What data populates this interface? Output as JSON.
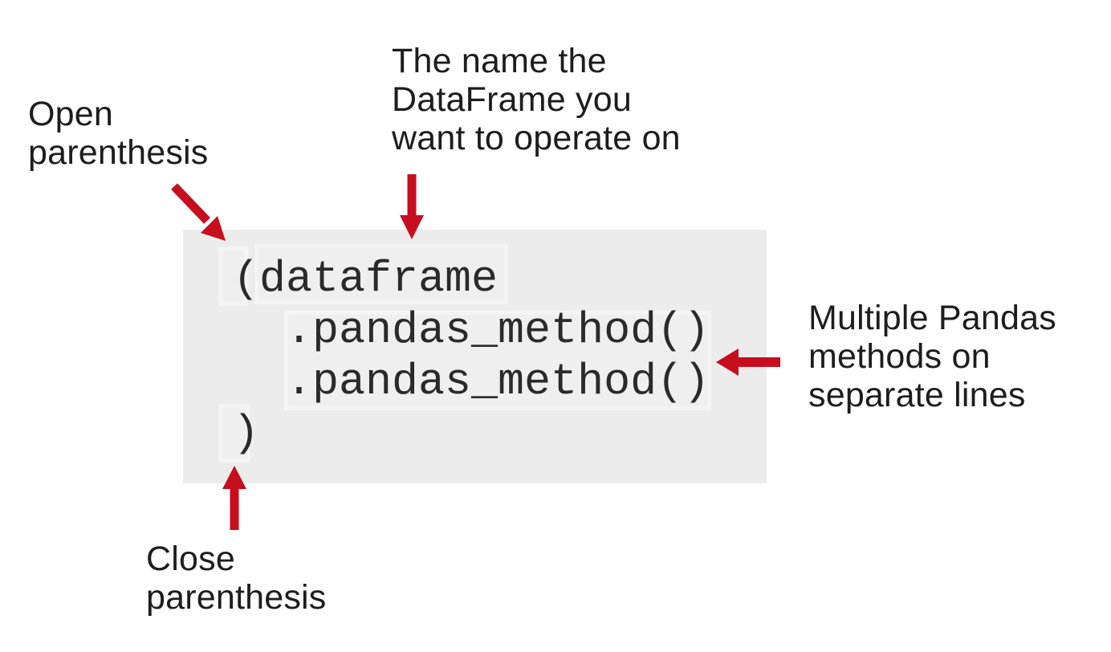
{
  "diagram_title": "Pandas method chaining syntax explanation",
  "colors": {
    "arrow_red": "#c60e1f",
    "code_block_bg": "#ececec",
    "highlight_fill": "#efefef",
    "highlight_border": "#f4f4f4",
    "annotation_text": "#1d1d1d",
    "code_text": "#2a2a2a",
    "page_bg": "#ffffff"
  },
  "annotations": {
    "open_paren": {
      "label": "Open parenthesis",
      "lines": [
        "Open",
        "parenthesis"
      ]
    },
    "dataframe": {
      "label": "The name the DataFrame you want to operate on",
      "lines": [
        "The name the",
        "DataFrame you",
        "want to operate on"
      ]
    },
    "methods": {
      "label": "Multiple Pandas methods on separate lines",
      "lines": [
        "Multiple Pandas",
        "methods on",
        "separate lines"
      ]
    },
    "close_paren": {
      "label": "Close parenthesis",
      "lines": [
        "Close",
        "parenthesis"
      ]
    }
  },
  "code": {
    "language": "python",
    "lines": [
      "(dataframe",
      "  .pandas_method()",
      "  .pandas_method()",
      ")"
    ]
  }
}
